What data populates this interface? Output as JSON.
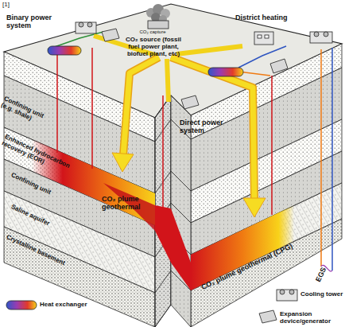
{
  "diagram": {
    "labels": [
      "[1]",
      "Binary power system",
      "CO₂ capture",
      "CO₂ source (fossil fuel power plant, biofuel plant, etc)",
      "District heating",
      "Direct power system",
      "Confining unit (e.g. shale)",
      "Enhanced hydrocarbon recovery (EOR)",
      "Confining unit",
      "Saline aquifer",
      "Crystalline basement",
      "CO₂ plume geothermal",
      "CO₂ plume geothermal (CPG)",
      "EGS"
    ],
    "legend": [
      {
        "text": "Heat exchanger"
      },
      {
        "text": "Cooling tower"
      },
      {
        "text": "Expansion device/generator"
      }
    ]
  }
}
